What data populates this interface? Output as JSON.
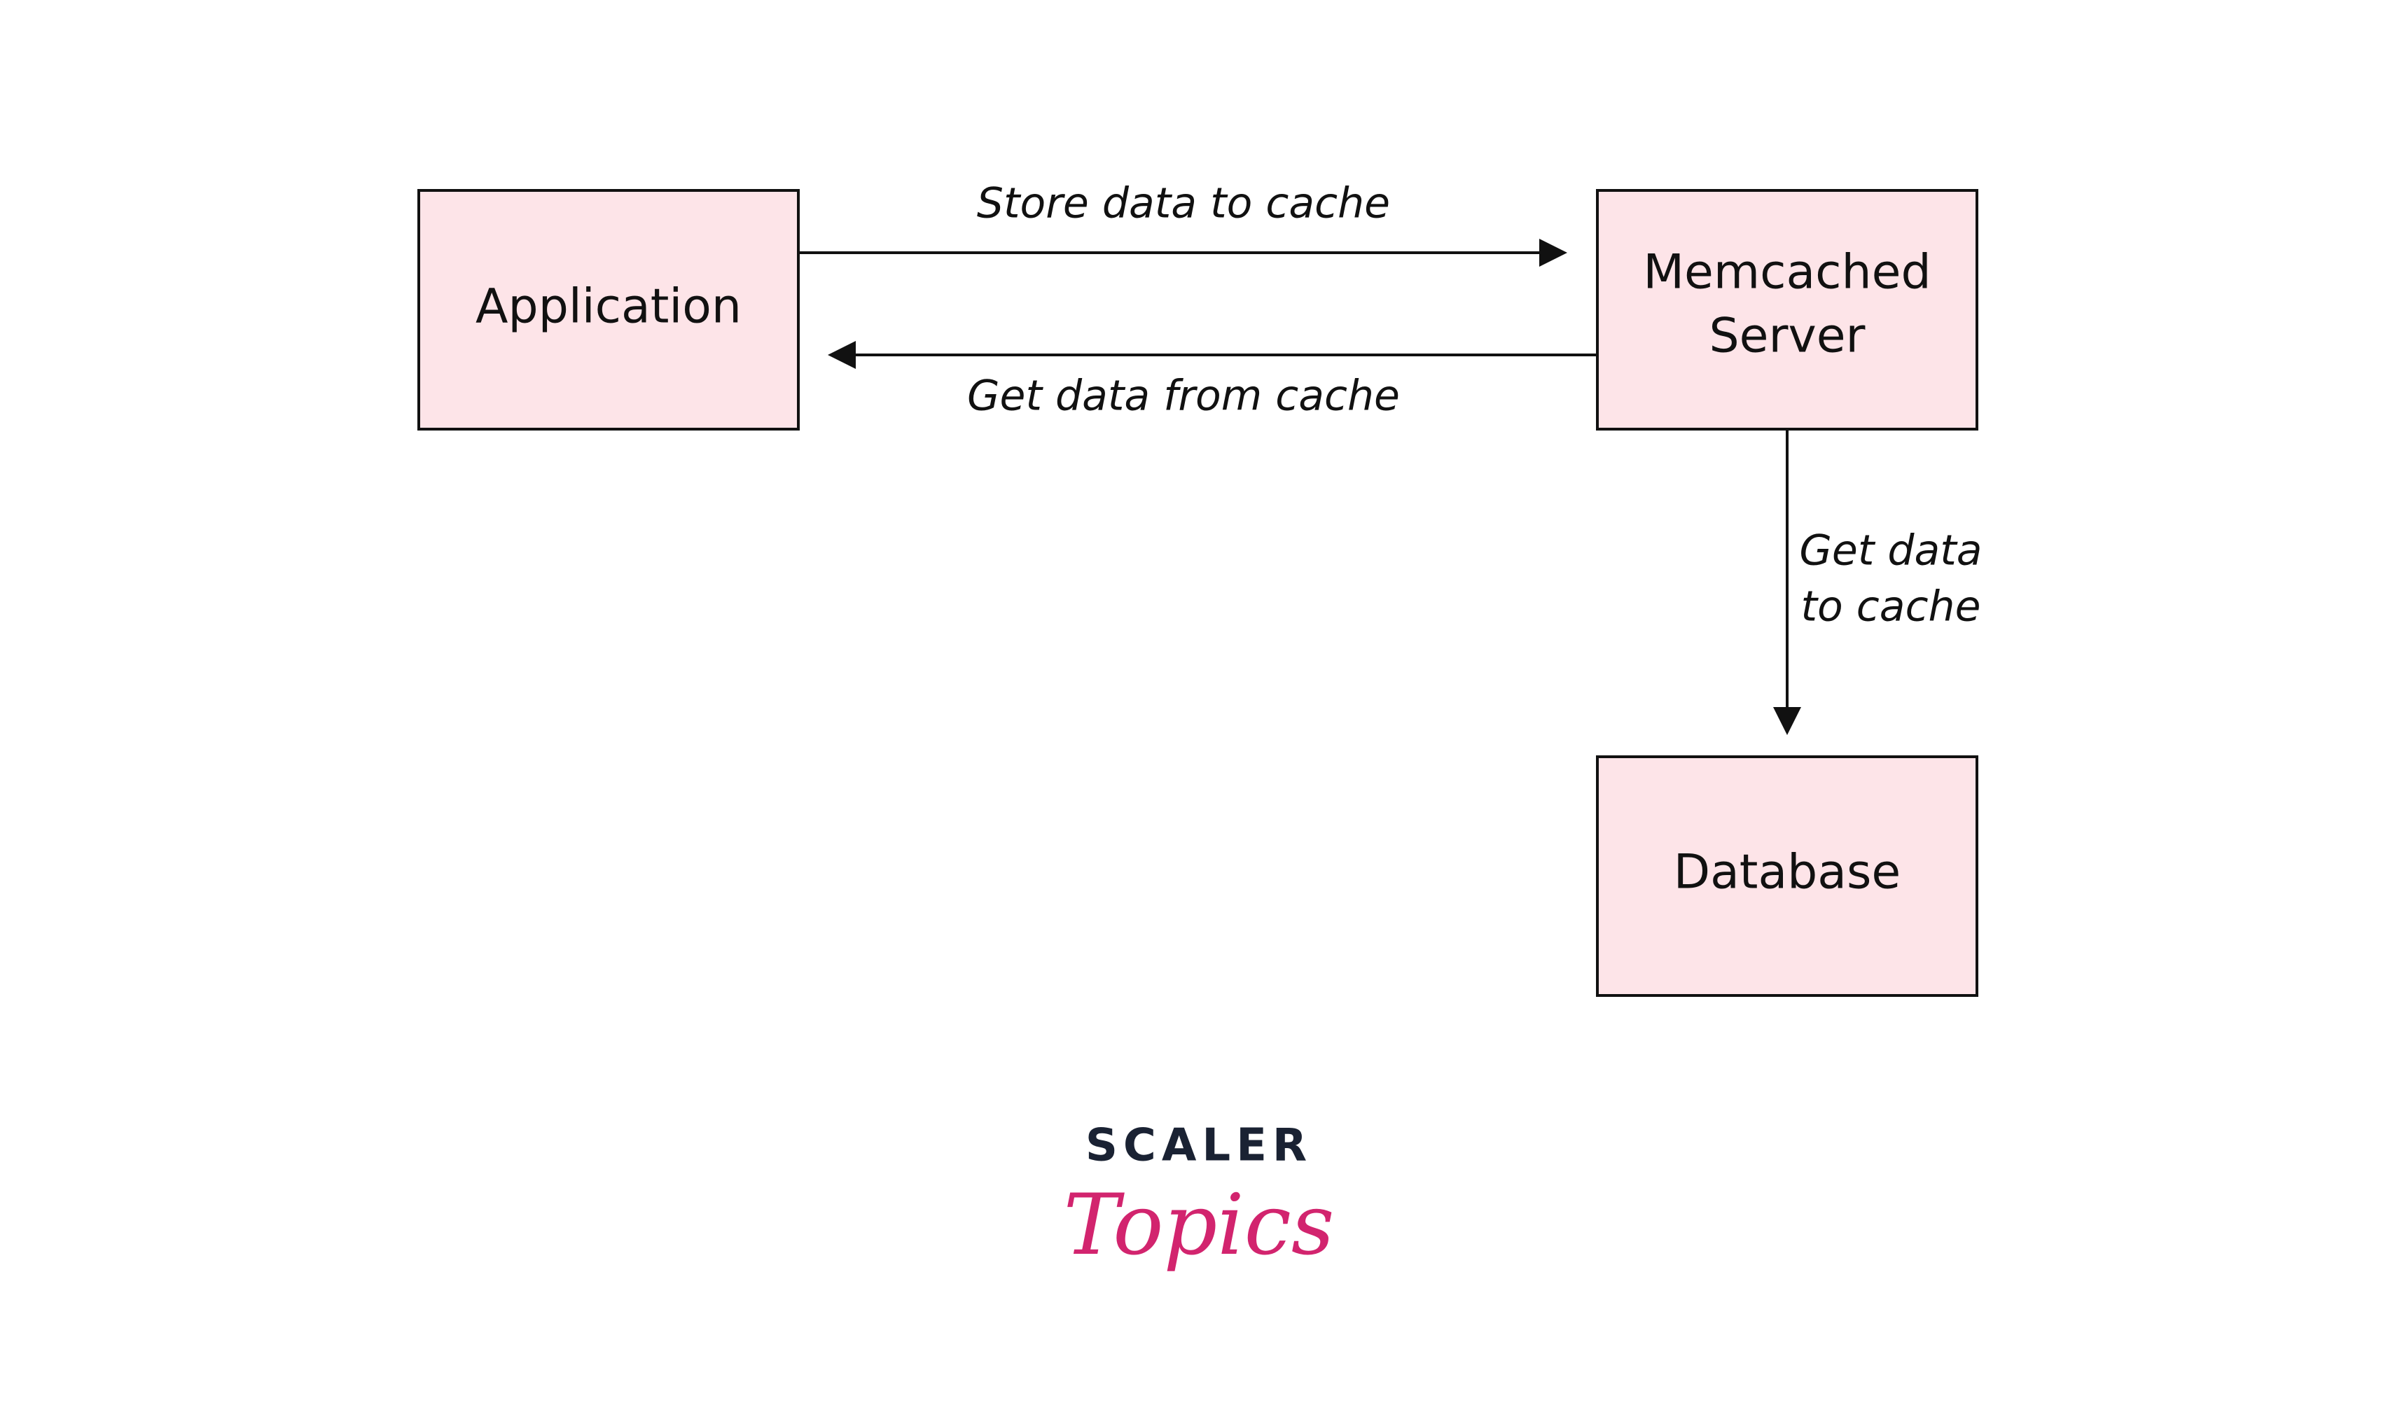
{
  "diagram": {
    "nodes": {
      "application": {
        "label": "Application"
      },
      "memcached": {
        "label_line1": "Memcached",
        "label_line2": "Server"
      },
      "database": {
        "label": "Database"
      }
    },
    "edges": {
      "store": {
        "from": "application",
        "to": "memcached",
        "label": "Store data to cache"
      },
      "get_from_cache": {
        "from": "memcached",
        "to": "application",
        "label": "Get data from cache"
      },
      "get_to_cache": {
        "from": "memcached",
        "to": "database",
        "label_line1": "Get data",
        "label_line2": "to cache"
      }
    },
    "colors": {
      "box_fill": "#fde4e8",
      "stroke": "#111111",
      "logo_dark": "#1a2233",
      "logo_accent": "#d2246e"
    }
  },
  "logo": {
    "line1": "SCALER",
    "line2": "Topics"
  }
}
